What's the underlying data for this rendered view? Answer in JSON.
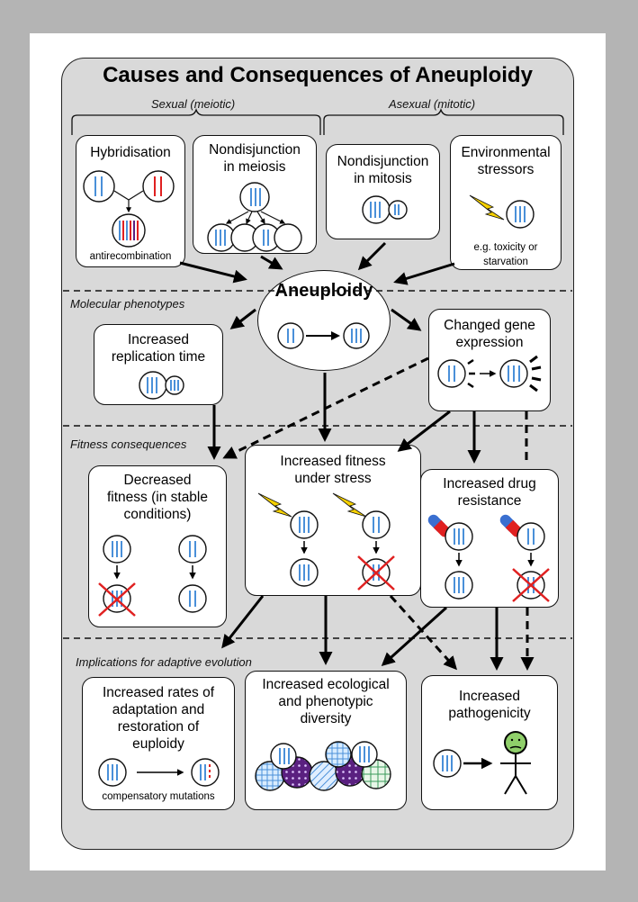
{
  "title": "Causes and Consequences of Aneuploidy",
  "groups": {
    "sexual": "Sexual (meiotic)",
    "asexual": "Asexual (mitotic)"
  },
  "causes": {
    "hybridisation": {
      "title": "Hybridisation",
      "note": "antirecombination"
    },
    "nondisjunction_meiosis": {
      "title": "Nondisjunction\nin meiosis"
    },
    "nondisjunction_mitosis": {
      "title": "Nondisjunction\nin mitosis"
    },
    "environmental": {
      "title": "Environmental\nstressors",
      "note": "e.g. toxicity or\nstarvation"
    }
  },
  "center": {
    "title": "Aneuploidy"
  },
  "sections": {
    "molecular": "Molecular phenotypes",
    "fitness": "Fitness consequences",
    "adaptive": "Implications for adaptive evolution"
  },
  "molecular": {
    "replication": "Increased\nreplication time",
    "expression": "Changed gene\nexpression"
  },
  "fitness": {
    "decreased": "Decreased\nfitness (in stable\nconditions)",
    "stress": "Increased fitness\nunder stress",
    "drug": "Increased drug\nresistance"
  },
  "implications": {
    "adaptation": "Increased rates of\nadaptation and\nrestoration of\neuploidy",
    "adaptation_note": "compensatory mutations",
    "diversity": "Increased ecological\nand phenotypic\ndiversity",
    "pathogenicity": "Increased\npathogenicity"
  },
  "colors": {
    "chromosome": "#4a90d9",
    "red": "#e02020",
    "bolt": "#f5d000",
    "panel": "#d9d9d9",
    "pill_blue": "#3a6fd0",
    "purple": "#5a2080",
    "face": "#8fcf6a"
  }
}
